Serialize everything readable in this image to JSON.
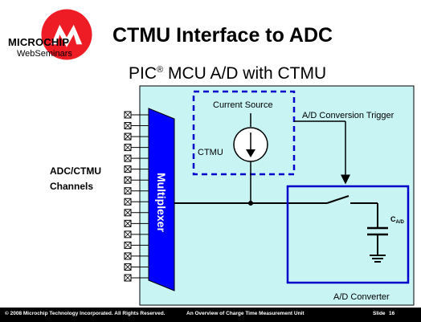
{
  "header": {
    "brand_name": "MICROCHIP",
    "brand_sub": "WebSeminars",
    "slide_title": "CTMU Interface to ADC",
    "subtitle_prefix": "PIC",
    "subtitle_sup": "®",
    "subtitle_suffix": " MCU A/D with CTMU"
  },
  "left_labels": [
    "ADC/CTMU",
    "Channels"
  ],
  "diagram": {
    "multiplexer_label": "Multiplexer",
    "current_source_label": "Current Source",
    "ctmu_label": "CTMU",
    "trigger_label": "A/D Conversion Trigger",
    "cap_label_main": "C",
    "cap_label_sub": "A/D",
    "adc_label": "A/D Converter",
    "channel_count": 16
  },
  "colors": {
    "background_panel": "#c8f4f4",
    "mux_fill": "#0000ff",
    "ctmu_dashed": "#0000cc",
    "adc_border": "#0000cc",
    "logo_red": "#ee1c25"
  },
  "footer": {
    "copyright": "© 2008 Microchip Technology Incorporated. All Rights Reserved.",
    "seminar": "An Overview of Charge Time Measurement Unit",
    "slide_label": "Slide",
    "slide_number": "16"
  }
}
